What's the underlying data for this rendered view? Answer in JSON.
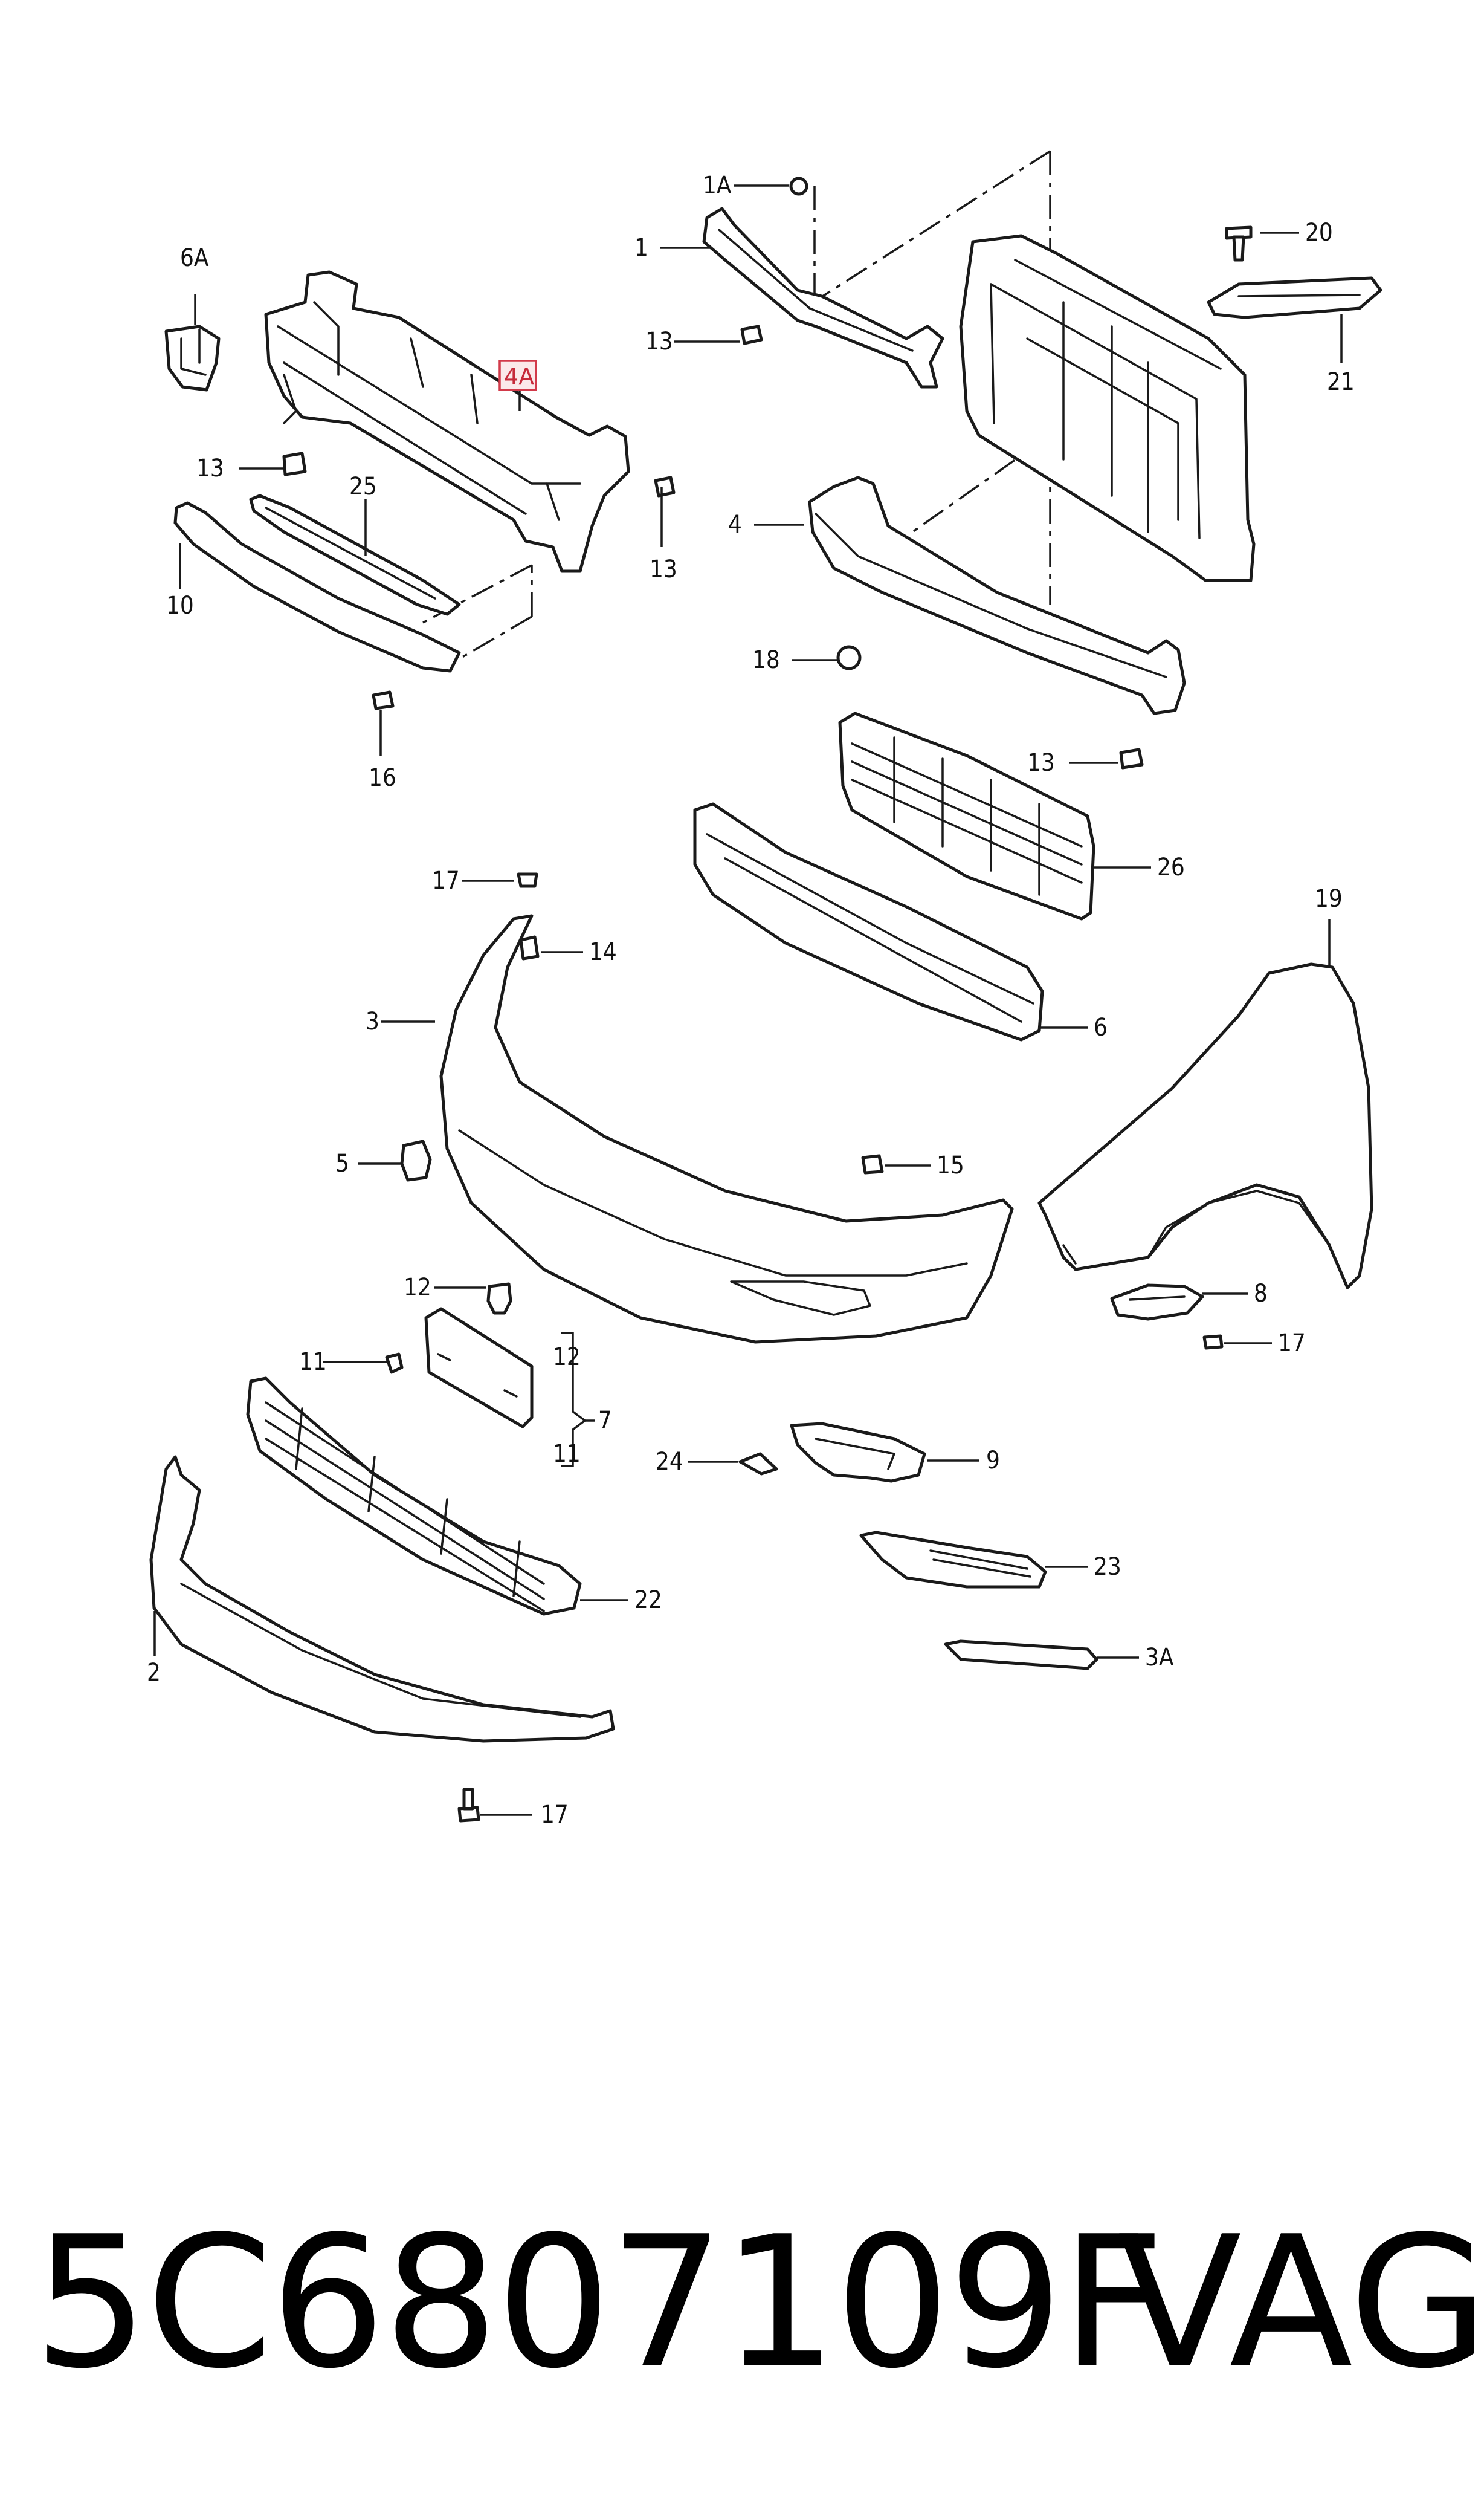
{
  "highlight": {
    "label": "4A",
    "color": "#d23a4a"
  },
  "callouts": {
    "c1": "1",
    "c1a": "1A",
    "c2": "2",
    "c3": "3",
    "c3a": "3A",
    "c4": "4",
    "c5": "5",
    "c6": "6",
    "c6a": "6A",
    "c7": "7",
    "c8": "8",
    "c9": "9",
    "c10": "10",
    "c11a": "11",
    "c11b": "11",
    "c12a": "12",
    "c12b": "12",
    "c13a": "13",
    "c13b": "13",
    "c13c": "13",
    "c13d": "13",
    "c14": "14",
    "c15": "15",
    "c16": "16",
    "c17a": "17",
    "c17b": "17",
    "c17c": "17",
    "c18": "18",
    "c19": "19",
    "c20": "20",
    "c21": "21",
    "c22": "22",
    "c23": "23",
    "c24": "24",
    "c25": "25",
    "c26": "26"
  },
  "footer": {
    "part_number": "5C6807109F",
    "brand": "VAG"
  }
}
